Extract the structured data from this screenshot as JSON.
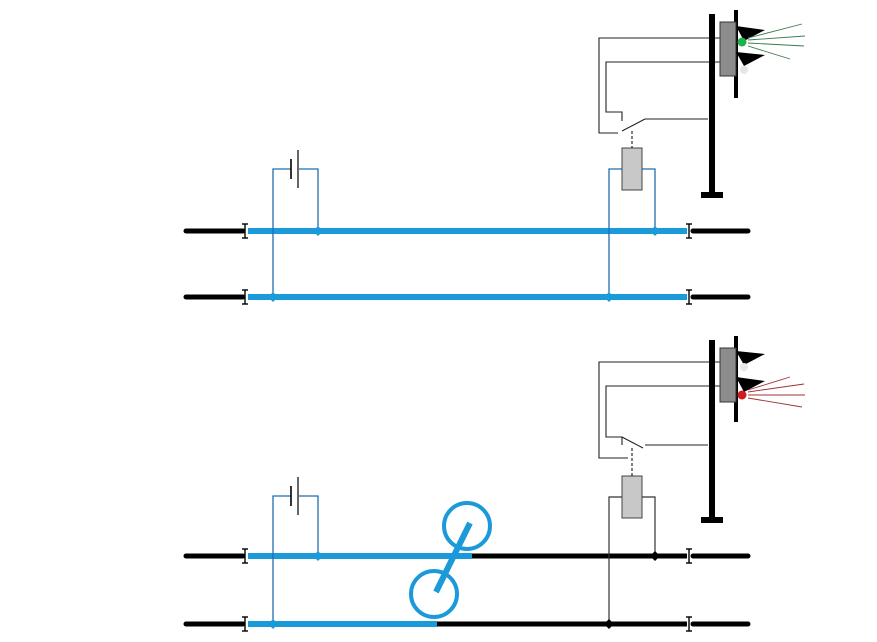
{
  "diagram": {
    "colors": {
      "background": "#ffffff",
      "energized_rail": "#1a9ad9",
      "dead_rail": "#000000",
      "wire": "#1f6fb0",
      "relay_wire": "#222222",
      "relay_body": "#c8c8c8",
      "signal_head": "#8c8c8c",
      "green_aspect": "#21b04b",
      "red_aspect": "#d01c1c",
      "green_rays": "#3a7a4a",
      "red_rays": "#a03030",
      "wheelset": "#1a9ad9"
    },
    "panels": [
      {
        "id": "unoccupied",
        "track_state": "clear",
        "relay_state": "energized",
        "signal_aspect": "green"
      },
      {
        "id": "occupied",
        "track_state": "occupied",
        "relay_state": "de-energized",
        "signal_aspect": "red"
      }
    ]
  }
}
